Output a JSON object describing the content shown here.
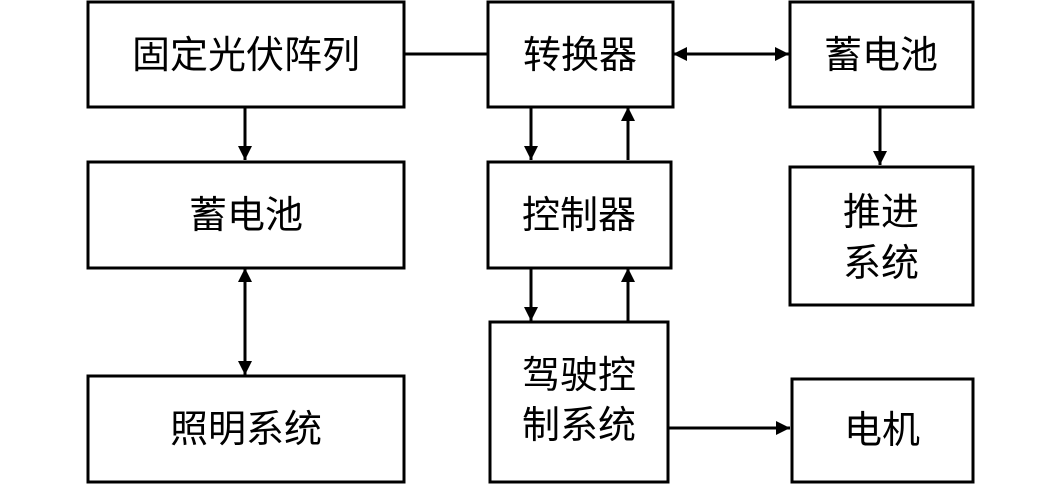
{
  "nodes": {
    "pv_array": {
      "lines": [
        "固定光伏阵列"
      ]
    },
    "converter": {
      "lines": [
        "转换器"
      ]
    },
    "battery_top": {
      "lines": [
        "蓄电池"
      ]
    },
    "battery_left": {
      "lines": [
        "蓄电池"
      ]
    },
    "controller": {
      "lines": [
        "控制器"
      ]
    },
    "propulsion": {
      "lines": [
        "推进",
        "系统"
      ]
    },
    "lighting": {
      "lines": [
        "照明系统"
      ]
    },
    "drive_control": {
      "lines": [
        "驾驶控",
        "制系统"
      ]
    },
    "motor": {
      "lines": [
        "电机"
      ]
    }
  },
  "edges": [
    {
      "from": "pv_array",
      "to": "converter",
      "direction": "none"
    },
    {
      "from": "converter",
      "to": "battery_top",
      "direction": "both"
    },
    {
      "from": "pv_array",
      "to": "battery_left",
      "direction": "forward"
    },
    {
      "from": "battery_left",
      "to": "lighting",
      "direction": "both"
    },
    {
      "from": "converter",
      "to": "controller",
      "direction": "forward"
    },
    {
      "from": "controller",
      "to": "converter",
      "direction": "forward"
    },
    {
      "from": "controller",
      "to": "drive_control",
      "direction": "forward"
    },
    {
      "from": "drive_control",
      "to": "controller",
      "direction": "forward"
    },
    {
      "from": "battery_top",
      "to": "propulsion",
      "direction": "forward"
    },
    {
      "from": "drive_control",
      "to": "motor",
      "direction": "forward"
    }
  ]
}
